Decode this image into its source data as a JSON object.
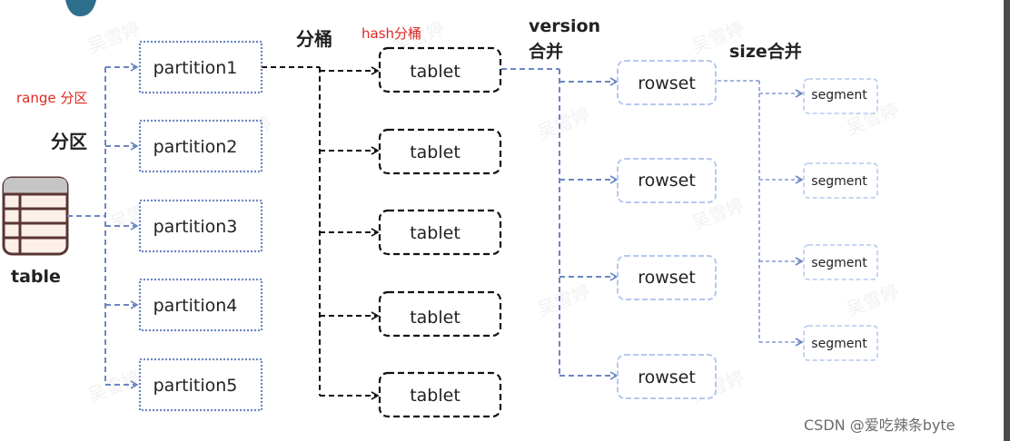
{
  "labels": {
    "range_partition": "range 分区",
    "partition": "分区",
    "bucket": "分桶",
    "hash_bucket": "hash分桶",
    "version_merge_line1": "version",
    "version_merge_line2": "合并",
    "size_merge": "size合并",
    "table": "table"
  },
  "partitions": [
    "partition1",
    "partition2",
    "partition3",
    "partition4",
    "partition5"
  ],
  "tablets": [
    "tablet",
    "tablet",
    "tablet",
    "tablet",
    "tablet"
  ],
  "rowsets": [
    "rowset",
    "rowset",
    "rowset",
    "rowset"
  ],
  "segments": [
    "segment",
    "segment",
    "segment",
    "segment"
  ],
  "watermark": "CSDN @爱吃辣条byte",
  "faint_watermark": "吴雪婷",
  "colors": {
    "partition_border": "#6b86c2",
    "arrow_blue": "#6b86c2",
    "tablet_border": "#111111",
    "rowset_border": "#b6c8f0",
    "red_label": "#e0261f",
    "table_header": "#c5c5c5",
    "table_border": "#5a3535",
    "table_fill": "#fcefe7"
  }
}
